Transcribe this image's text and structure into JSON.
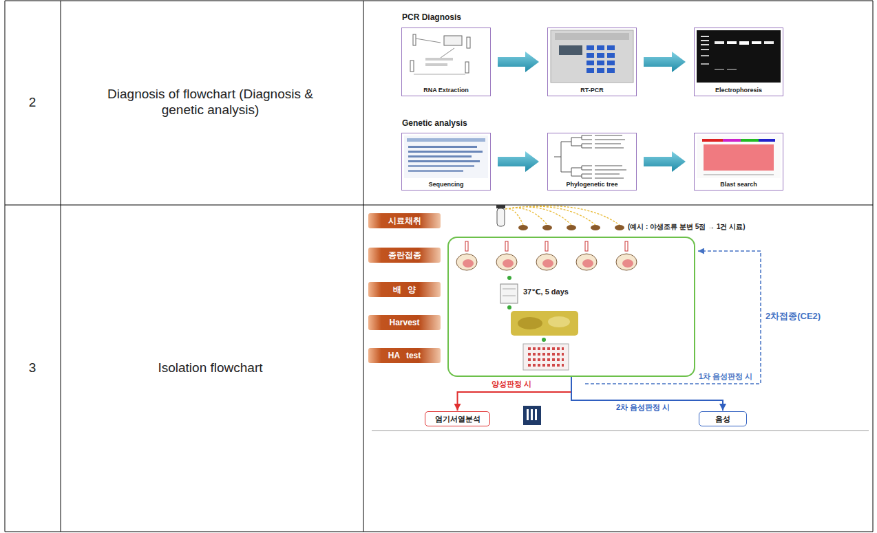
{
  "diagram": {
    "nodes": [
      {
        "text": [
          "RNA Extraction"
        ]
      },
      {
        "text": [
          "RT-PCR"
        ]
      },
      {
        "text": [
          "Electrophoresis"
        ]
      },
      {
        "text": [
          "Sequencing"
        ]
      },
      {
        "text": [
          "Phylogenetic tree"
        ]
      },
      {
        "text": [
          "Blast search"
        ]
      },
      {
        "text": [
          "시료채취"
        ]
      },
      {
        "text": [
          "종란접종"
        ]
      },
      {
        "text": [
          "배 양"
        ]
      },
      {
        "text": [
          "Harvest"
        ]
      },
      {
        "text": [
          "HA test"
        ]
      },
      {
        "text": [
          "37℃, 5 days"
        ]
      },
      {
        "text": [
          "염기서열분석"
        ]
      },
      {
        "text": [
          "음성"
        ]
      }
    ],
    "edges": [
      {
        "from": 0,
        "to": 1,
        "arrow": "to"
      },
      {
        "from": 1,
        "to": 2,
        "arrow": "to"
      },
      {
        "from": 3,
        "to": 4,
        "arrow": "to"
      },
      {
        "from": 4,
        "to": 5,
        "arrow": "to"
      },
      {
        "from": 11,
        "to": 12,
        "label": "양성판정 시",
        "arrow": "to"
      },
      {
        "from": 11,
        "to": 13,
        "label": "2차 음성판정 시",
        "arrow": "to"
      }
    ],
    "labels": [
      "2",
      "Diagnosis of flowchart (Diagnosis & genetic analysis)",
      "PCR Diagnosis",
      "Genetic analysis",
      "3",
      "Isolation flowchart",
      "(예시 : 야생조류 분변 5점 → 1건 시료)",
      "2차접종(CE2)",
      "1차 음성판정 시"
    ]
  }
}
